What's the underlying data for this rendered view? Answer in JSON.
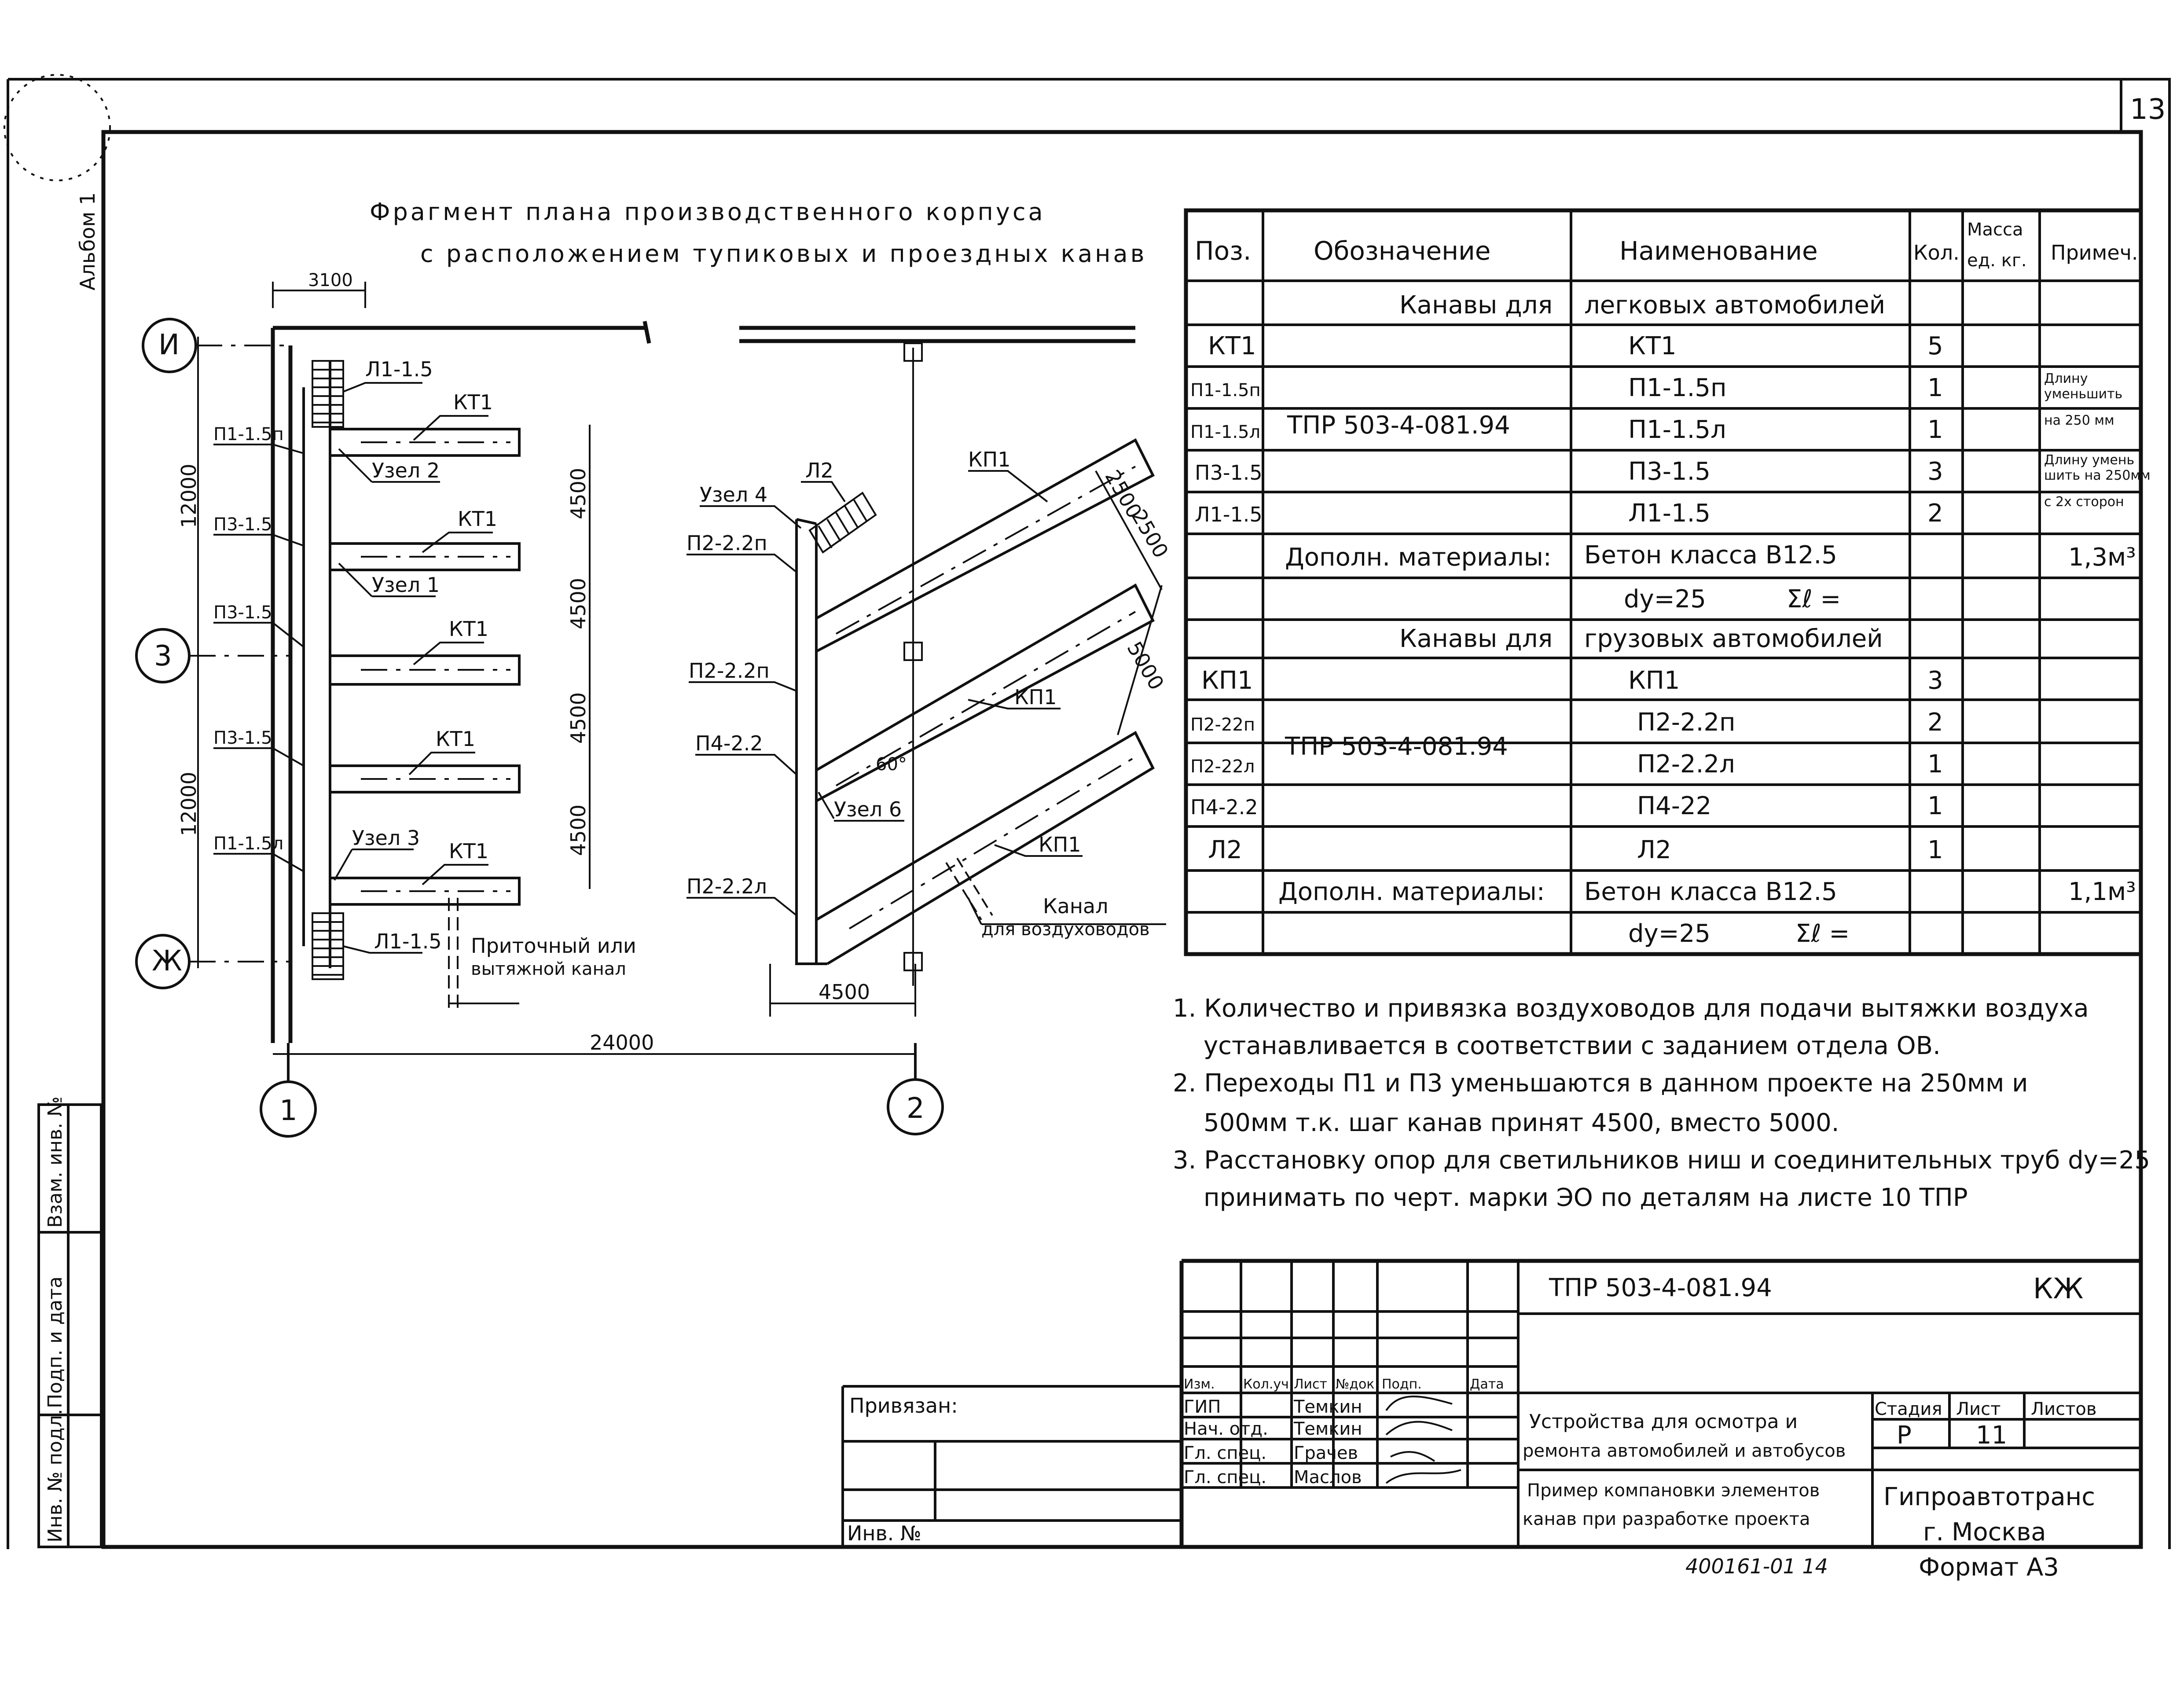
{
  "sheet": {
    "number": "13",
    "album": "Альбом 1",
    "side_labels": [
      "Инв. № подл.",
      "Подп. и дата",
      "Взам. инв. №"
    ],
    "format": "Формат А3",
    "bottom_code": "400161-01  14"
  },
  "drawing": {
    "title_line1": "Фрагмент плана производственного корпуса",
    "title_line2": "с расположением тупиковых и проездных канав",
    "axes": {
      "I": "И",
      "three": "3",
      "Zh": "Ж",
      "one": "1",
      "two": "2"
    },
    "dims": {
      "d3100": "3100",
      "d12000a": "12000",
      "d12000b": "12000",
      "d4500a": "4500",
      "d4500b": "4500",
      "d4500c": "4500",
      "d4500d": "4500",
      "d24000": "24000",
      "d4500e": "4500",
      "d2500a": "2500",
      "d2500b": "2500",
      "d5000": "5000",
      "angle": "60°"
    },
    "left_labels": {
      "L1_top": "Л1-1.5",
      "KT1_1": "КТ1",
      "P1_15p": "П1-1.5п",
      "uzel2": "Узел 2",
      "P3_15a": "П3-1.5",
      "KT1_2": "КТ1",
      "uzel1": "Узел 1",
      "P3_15b": "П3-1.5",
      "KT1_3": "КТ1",
      "P3_15c": "П3-1.5",
      "KT1_4": "КТ1",
      "P1_15l": "П1-1.5л",
      "uzel3": "Узел 3",
      "KT1_5": "КТ1",
      "L1_bot": "Л1-1.5",
      "channel1": "Приточный или",
      "channel2": "вытяжной канал"
    },
    "right_labels": {
      "L2": "Л2",
      "uzel4": "Узел 4",
      "KP1a": "КП1",
      "P2_22p_a": "П2-2.2п",
      "P2_22p_b": "П2-2.2п",
      "KP1b": "КП1",
      "P4_22": "П4-2.2",
      "uzel6": "Узел 6",
      "KP1c": "КП1",
      "P2_22l": "П2-2.2л",
      "kanal1": "Канал",
      "kanal2": "для воздуховодов"
    }
  },
  "spec": {
    "headers": {
      "poz": "Поз.",
      "oboz": "Обозначение",
      "naim": "Наименование",
      "kol": "Кол.",
      "massa1": "Масса",
      "massa2": "ед. кг.",
      "prim": "Примеч."
    },
    "sec1": "Канавы для легковых автомобилей",
    "sec1a": "Канавы для",
    "sec1b": "легковых автомобилей",
    "doc1": "ТПР 503-4-081.94",
    "rows1": [
      {
        "poz": "КТ1",
        "naim": "КТ1",
        "kol": "5"
      },
      {
        "poz": "П1-1.5п",
        "naim": "П1-1.5п",
        "kol": "1"
      },
      {
        "poz": "П1-1.5л",
        "naim": "П1-1.5л",
        "kol": "1"
      },
      {
        "poz": "П3-1.5",
        "naim": "П3-1.5",
        "kol": "3"
      },
      {
        "poz": "Л1-1.5",
        "naim": "Л1-1.5",
        "kol": "2"
      }
    ],
    "notes1": {
      "a1": "Длину",
      "a2": "уменьшить",
      "a3": "на 250 мм",
      "b1": "Длину умень",
      "b2": "шить на 250мм",
      "b3": "с 2х сторон"
    },
    "dop1_label": "Дополн. материалы:",
    "dop1_beton": "Бетон класса В12.5",
    "dop1_vol": "1,3м³",
    "dop1_d": "dу=25",
    "dop1_sum": "Σℓ =",
    "sec2a": "Канавы для",
    "sec2b": "грузовых автомобилей",
    "doc2": "ТПР 503-4-081.94",
    "rows2": [
      {
        "poz": "КП1",
        "naim": "КП1",
        "kol": "3"
      },
      {
        "poz": "П2-22п",
        "naim": "П2-2.2п",
        "kol": "2"
      },
      {
        "poz": "П2-22л",
        "naim": "П2-2.2л",
        "kol": "1"
      },
      {
        "poz": "П4-2.2",
        "naim": "П4-22",
        "kol": "1"
      },
      {
        "poz": "Л2",
        "naim": "Л2",
        "kol": "1"
      }
    ],
    "dop2_label": "Дополн. материалы:",
    "dop2_beton": "Бетон класса В12.5",
    "dop2_vol": "1,1м³",
    "dop2_d": "dу=25",
    "dop2_sum": "Σℓ ="
  },
  "notes": [
    "1. Количество и привязка воздуховодов для подачи вытяжки воздуха",
    "устанавливается в соответствии с заданием отдела ОВ.",
    "2. Переходы П1 и П3 уменьшаются в данном проекте на 250мм и",
    "500мм т.к. шаг канав принят 4500, вместо 5000.",
    "3. Расстановку опор для светильников ниш и соединительных труб dу=25",
    "принимать по черт. марки ЭО по деталям на листе 10 ТПР"
  ],
  "stamp": {
    "code": "ТПР 503-4-081.94",
    "mark": "КЖ",
    "privyazan": "Привязан:",
    "inv": "Инв. №",
    "cols": [
      "Изм.",
      "Кол.уч",
      "Лист",
      "№док",
      "Подп.",
      "Дата"
    ],
    "people": [
      {
        "role": "ГИП",
        "name": "Темкин"
      },
      {
        "role": "Нач. отд.",
        "name": "Темкин"
      },
      {
        "role": "Гл. спец.",
        "name": "Грачев"
      },
      {
        "role": "Гл. спец.",
        "name": "Маслов"
      }
    ],
    "name1a": "Устройства для осмотра и",
    "name1b": "ремонта автомобилей и автобусов",
    "name2a": "Пример компановки элементов",
    "name2b": "канав при разработке проекта",
    "stadia_h": "Стадия",
    "list_h": "Лист",
    "listov_h": "Листов",
    "stadia": "Р",
    "list": "11",
    "listov": "",
    "org1": "Гипроавтотранс",
    "org2": "г. Москва"
  }
}
